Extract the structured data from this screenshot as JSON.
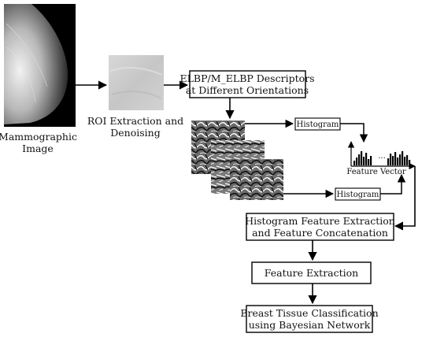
{
  "labels": {
    "mammogram_line1": "Mammographic",
    "mammogram_line2": "Image",
    "roi_line1": "ROI Extraction and",
    "roi_line2": "Denoising"
  },
  "boxes": {
    "elbp_line1": "ELBP/M_ELBP Descriptors",
    "elbp_line2": "at  Different Orientations",
    "histogram_top": "Histogram",
    "histogram_bottom": "Histogram",
    "feature_vector": "Feature Vector",
    "feature_vector_dots": "...",
    "hist_extract_line1": "Histogram Feature Extraction",
    "hist_extract_line2": "and Feature Concatenation",
    "feature_extraction": "Feature Extraction",
    "classification_line1": "Breast Tissue Classification",
    "classification_line2": "using Bayesian Network"
  },
  "colors": {
    "line": "#000000",
    "box_fill": "#ffffff",
    "roi_fill": "#cfcfcf"
  }
}
